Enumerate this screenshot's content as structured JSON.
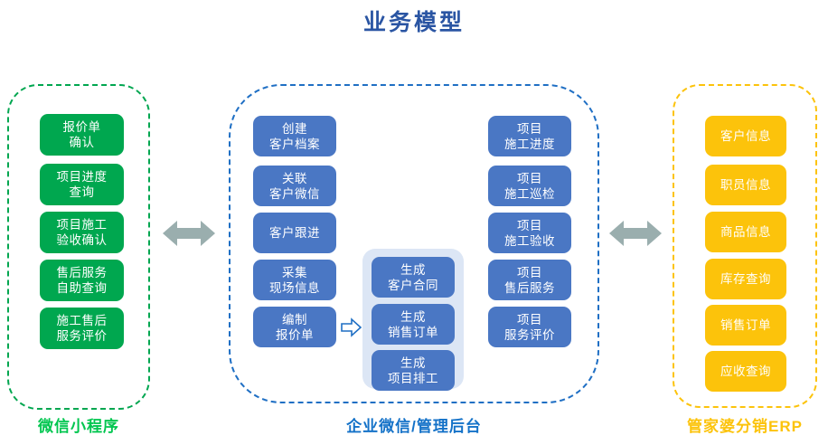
{
  "title": "业务模型",
  "colors": {
    "title": "#2a55a3",
    "green": "#00a74f",
    "blue": "#4a77c4",
    "yellow": "#fcc30b",
    "green_border": "#00a650",
    "blue_border": "#1f6fc4",
    "yellow_border": "#fcc30b",
    "arrow_gray": "#9aaeae",
    "center_frame": "#dce6f5"
  },
  "panels": {
    "wechat_mini": {
      "caption": "微信小程序",
      "nodes": [
        {
          "label": "报价单\n确认"
        },
        {
          "label": "项目进度\n查询"
        },
        {
          "label": "项目施工\n验收确认"
        },
        {
          "label": "售后服务\n自助查询"
        },
        {
          "label": "施工售后\n服务评价"
        }
      ]
    },
    "wecom_admin": {
      "caption": "企业微信/管理后台",
      "column_left": [
        {
          "label": "创建\n客户档案"
        },
        {
          "label": "关联\n客户微信"
        },
        {
          "label": "客户跟进"
        },
        {
          "label": "采集\n现场信息"
        },
        {
          "label": "编制\n报价单"
        }
      ],
      "column_center": [
        {
          "label": "生成\n客户合同"
        },
        {
          "label": "生成\n销售订单"
        },
        {
          "label": "生成\n项目排工"
        }
      ],
      "column_right": [
        {
          "label": "项目\n施工进度"
        },
        {
          "label": "项目\n施工巡检"
        },
        {
          "label": "项目\n施工验收"
        },
        {
          "label": "项目\n售后服务"
        },
        {
          "label": "项目\n服务评价"
        }
      ]
    },
    "erp": {
      "caption": "管家婆分销ERP",
      "nodes": [
        {
          "label": "客户信息"
        },
        {
          "label": "职员信息"
        },
        {
          "label": "商品信息"
        },
        {
          "label": "库存查询"
        },
        {
          "label": "销售订单"
        },
        {
          "label": "应收查询"
        }
      ]
    }
  },
  "arrows": {
    "mini_to_admin": "双向箭头",
    "admin_to_erp": "双向箭头",
    "quote_to_generate": "右向箭头"
  }
}
